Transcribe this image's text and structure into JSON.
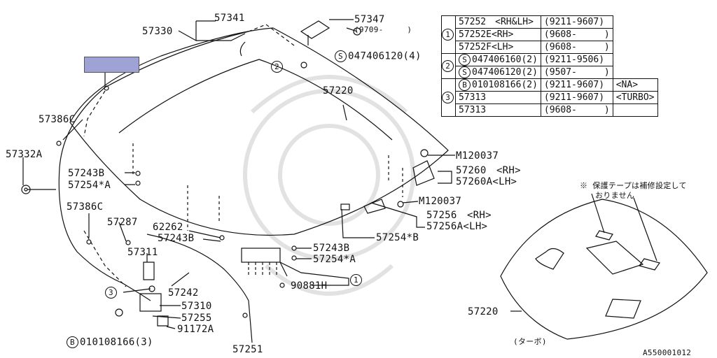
{
  "diagram_code": "A550001012",
  "colors": {
    "highlight": "#9ea2d4",
    "line": "#111111"
  },
  "labels": {
    "p57341": "57341",
    "p57330": "57330",
    "p57347": "57347",
    "p57347_date": "(9709-　　　)",
    "s047406120_4": "047406120(4)",
    "c2": "2",
    "p57220_top": "57220",
    "p57386c_a": "57386C",
    "p57332a": "57332A",
    "p57243b_a": "57243B",
    "p57254a_a": "57254*A",
    "p57386c_b": "57386C",
    "p57287": "57287",
    "p62262": "62262",
    "p57243b_b": "57243B",
    "p57311": "57311",
    "c3": "3",
    "p57242": "57242",
    "p57310": "57310",
    "p57255": "57255",
    "p91172a": "91172A",
    "b010108166_3": "010108166(3)",
    "p57251": "57251",
    "p90881h": "90881H",
    "c1": "1",
    "p57243b_c": "57243B",
    "p57254a_b": "57254*A",
    "p57254b": "57254*B",
    "m120037_a": "M120037",
    "p57260": "57260　<RH>",
    "p57260a": "57260A<LH>",
    "m120037_b": "M120037",
    "p57256": "57256　<RH>",
    "p57256a": "57256A<LH>",
    "note_line1": "※ 保護テープは補修設定して",
    "note_line2": "おりません",
    "p57220_turbo": "57220",
    "turbo_caption": "(ターボ)"
  },
  "table": {
    "groups": [
      {
        "marker": "1",
        "rows": [
          {
            "part": "57252　<RH&LH>",
            "date": "(9211-9607)",
            "note": ""
          },
          {
            "part": "57252E<RH>",
            "date": "(9608-　　　)",
            "note": ""
          },
          {
            "part": "57252F<LH>",
            "date": "(9608-　　　)",
            "note": ""
          }
        ]
      },
      {
        "marker": "2",
        "rows": [
          {
            "prefix": "S",
            "part": "047406160(2)",
            "date": "(9211-9506)",
            "note": ""
          },
          {
            "prefix": "S",
            "part": "047406120(2)",
            "date": "(9507-　　　)",
            "note": ""
          }
        ]
      },
      {
        "marker": "3",
        "rows": [
          {
            "prefix": "B",
            "part": "010108166(2)",
            "date": "(9211-9607)",
            "note": "<NA>"
          },
          {
            "part": "57313",
            "date": "(9211-9607)",
            "note": "<TURBO>"
          },
          {
            "part": "57313",
            "date": "(9608-　　　)",
            "note": ""
          }
        ]
      }
    ]
  }
}
